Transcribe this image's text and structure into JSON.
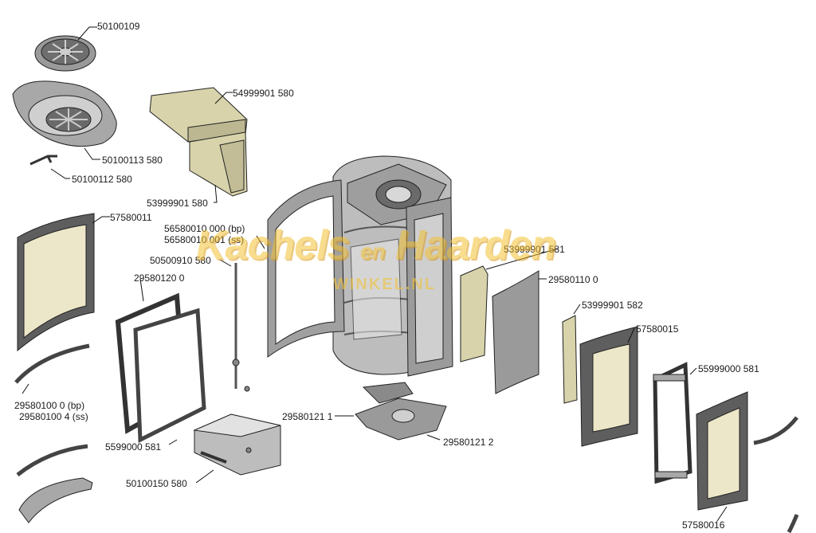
{
  "diagram": {
    "labels": [
      "50100109",
      "54999901 580",
      "50100113 580",
      "50100112 580",
      "53999901 580",
      "57580011",
      "56580010 000 (bp)",
      "56580010 001 (ss)",
      "50500910 580",
      "29580120 0",
      "53999901 581",
      "29580110 0",
      "53999901 582",
      "57580015",
      "55999000 581",
      "29580100 0 (bp)",
      "29580100 4 (ss)",
      "29580121 1",
      "29580121 2",
      "5599000 581",
      "50100150 580",
      "57580016"
    ],
    "watermark": {
      "line1_a": "Kachels",
      "line1_b": "en",
      "line1_c": "Haarden",
      "line2": "WINKEL.NL"
    },
    "colors": {
      "steel": "#8c8c8c",
      "steel_dark": "#5a5a5a",
      "glass": "#ece7c8",
      "stone": "#ddd8b0",
      "line": "#222222",
      "watermark": "#f3c233"
    }
  }
}
